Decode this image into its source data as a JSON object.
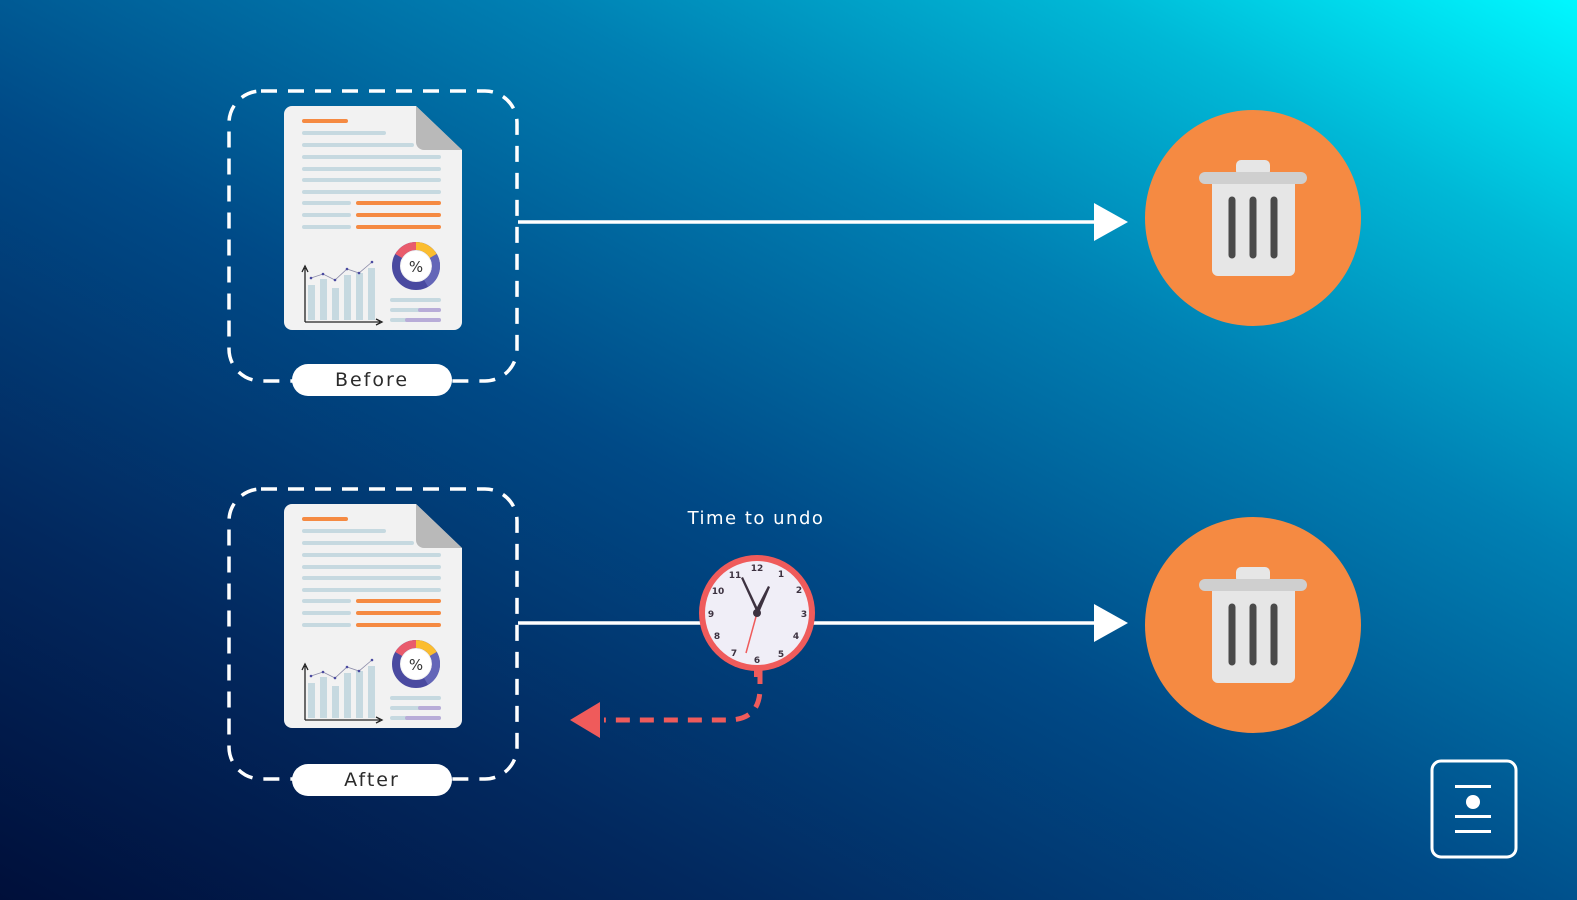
{
  "diagram": {
    "before": {
      "label": "Before"
    },
    "after": {
      "label": "After"
    },
    "timer": {
      "label": "Time to undo",
      "numbers": [
        "12",
        "1",
        "2",
        "3",
        "4",
        "5",
        "6",
        "7",
        "8",
        "9",
        "10",
        "11"
      ]
    },
    "icons": {
      "document": "document-report-icon",
      "trash": "trash-icon",
      "clock": "clock-icon",
      "logo": "document-logo-icon"
    },
    "colors": {
      "bg_dark": "#000f3a",
      "bg_mid": "#004a87",
      "bg_light": "#00f8ff",
      "trash_circle": "#f58a42",
      "trash_body": "#e6e6e6",
      "trash_lid": "#cfcfcf",
      "trash_lines": "#4a4a4a",
      "clock_ring": "#ef5b5b",
      "clock_face": "#f0eef7",
      "undo_arrow": "#ef5b5b",
      "doc_orange": "#f58a42",
      "doc_line": "#c6d9e0",
      "donut_red": "#e95b6c",
      "donut_yellow": "#fbbd2f",
      "donut_blue": "#4a4aa0",
      "donut_purple": "#6466b8"
    }
  }
}
